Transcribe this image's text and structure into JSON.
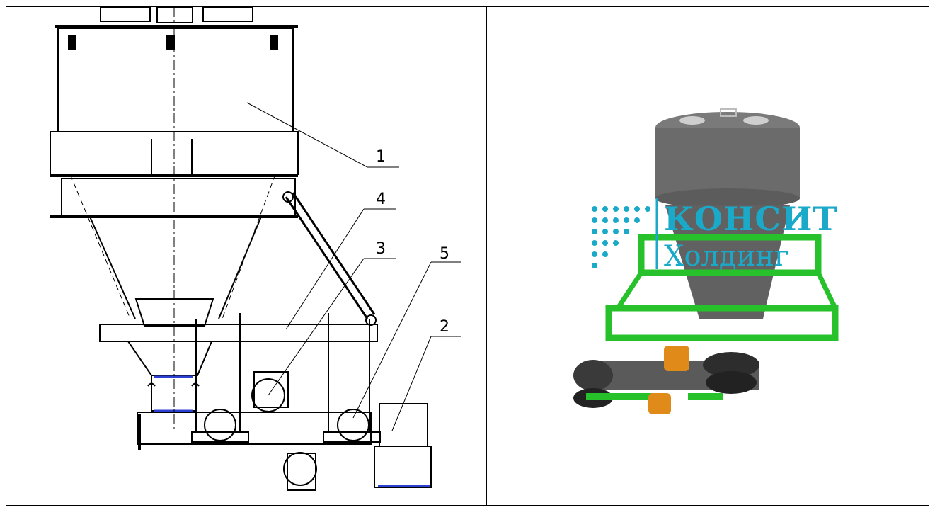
{
  "callouts": [
    {
      "number": "1"
    },
    {
      "number": "4"
    },
    {
      "number": "3"
    },
    {
      "number": "5"
    },
    {
      "number": "2"
    }
  ],
  "brand": {
    "line1": "КОНСИТ",
    "line2": "Холдинг",
    "color": "#1aa9c8"
  },
  "colors": {
    "frame_green": "#27c22b",
    "body_gray": "#6b6b6b",
    "motor_orange": "#e08a1a",
    "bellows_blue": "#2b3fd0"
  }
}
